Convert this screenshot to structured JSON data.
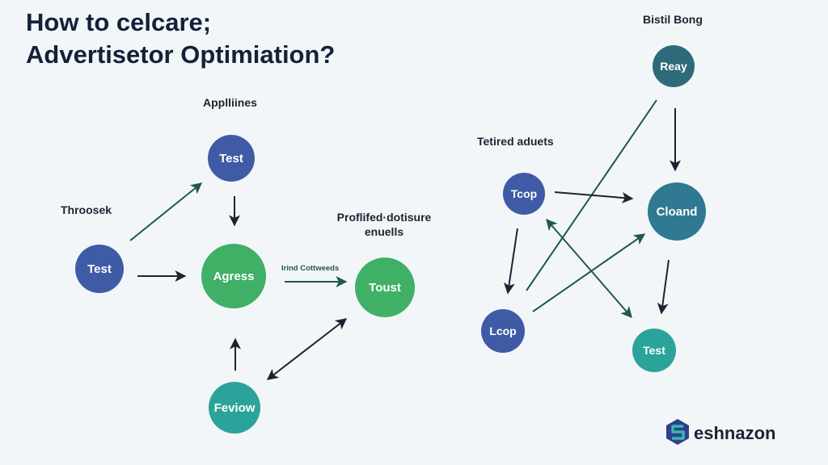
{
  "title": {
    "line1": "How to celcare;",
    "line2": "Advertisetor Optimiation?"
  },
  "labels": {
    "applines": "Applliines",
    "throosek": "Throosek",
    "profiled_line1": "Proflifed·dotisure",
    "profiled_line2": "enuells",
    "irind": "Irind Cottweeds",
    "tetired": "Tetired aduets",
    "bistil": "Bistil Bong"
  },
  "nodes": {
    "test_left": "Test",
    "test_top": "Test",
    "agress": "Agress",
    "fevlow": "Feviow",
    "toust": "Toust",
    "reay": "Reay",
    "tcop": "Tcop",
    "cloand": "Cloand",
    "lcop": "Lcop",
    "test_right": "Test"
  },
  "brand": {
    "name": "eshnazon",
    "logo_icon": "hexagon-s-logo-icon"
  },
  "colors": {
    "background": "#f3f6f8",
    "blue": "#3f5ba6",
    "green": "#3fb065",
    "teal": "#2aa49a",
    "slate_teal": "#2e6b7a",
    "steel_teal": "#2f7a92",
    "arrow_dark": "#1b2433",
    "arrow_green": "#1e5a46",
    "text": "#14213a"
  }
}
